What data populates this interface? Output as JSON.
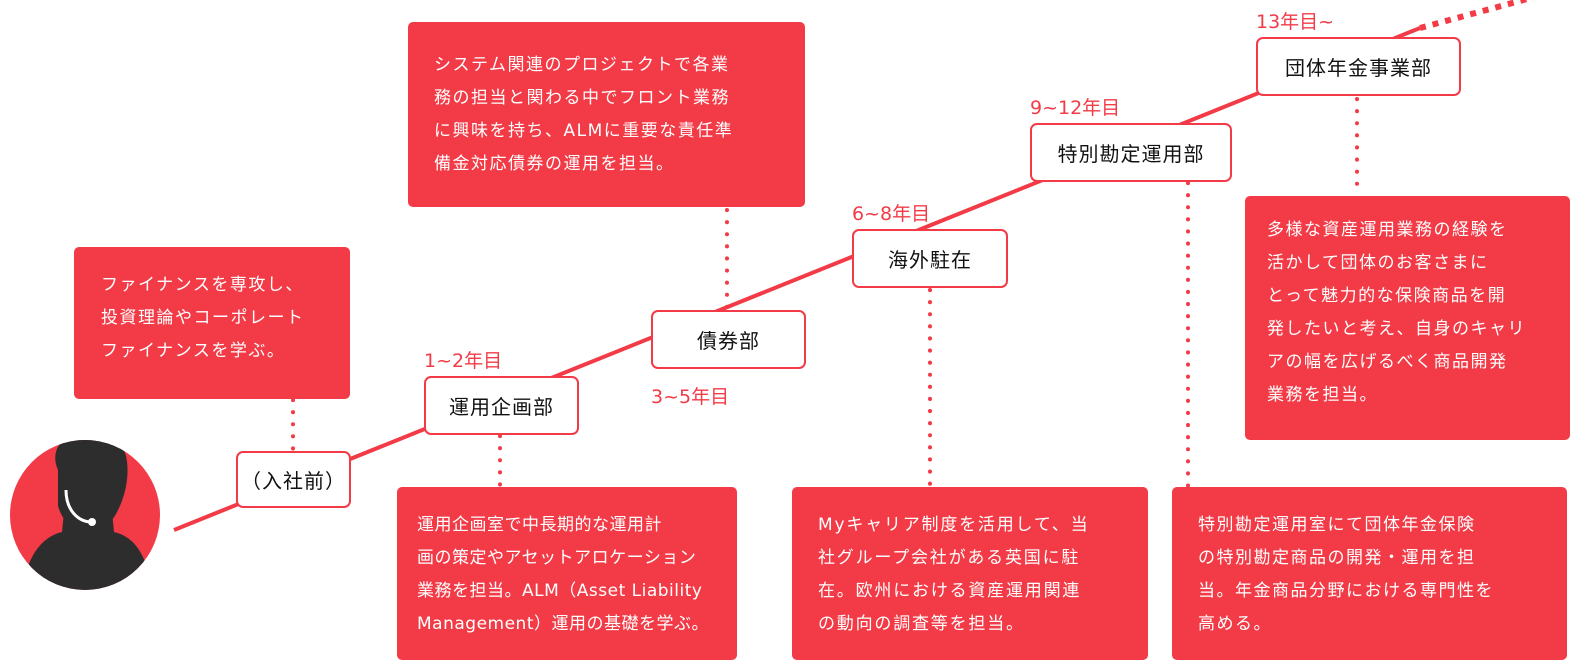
{
  "colors": {
    "accent": "#f23b47",
    "avatar_dark": "#2d2d2d"
  },
  "icons": {
    "avatar": "person-avatar-icon"
  },
  "stages": {
    "pre_join": {
      "label": "（入社前）"
    },
    "unyou_kikaku": {
      "label": "運用企画部",
      "years": "1~2年目"
    },
    "saiken": {
      "label": "債券部",
      "years": "3~5年目"
    },
    "kaigai": {
      "label": "海外駐在",
      "years": "6~8年目"
    },
    "tokubetsu": {
      "label": "特別勘定運用部",
      "years": "9~12年目"
    },
    "dantai": {
      "label": "団体年金事業部",
      "years": "13年目~"
    }
  },
  "notes": {
    "pre_join": [
      "ファイナンスを専攻し、",
      "投資理論やコーポレート",
      "ファイナンスを学ぶ。"
    ],
    "unyou_kikaku": [
      "運用企画室で中長期的な運用計",
      "画の策定やアセットアロケーション",
      "業務を担当。ALM（Asset Liability",
      "Management）運用の基礎を学ぶ。"
    ],
    "saiken": [
      "システム関連のプロジェクトで各業",
      "務の担当と関わる中でフロント業務",
      "に興味を持ち、ALMに重要な責任準",
      "備金対応債券の運用を担当。"
    ],
    "kaigai": [
      "Myキャリア制度を活用して、当",
      "社グループ会社がある英国に駐",
      "在。欧州における資産運用関連",
      "の動向の調査等を担当。"
    ],
    "tokubetsu": [
      "特別勘定運用室にて団体年金保険",
      "の特別勘定商品の開発・運用を担",
      "当。年金商品分野における専門性を",
      "高める。"
    ],
    "dantai": [
      "多様な資産運用業務の経験を",
      "活かして団体のお客さまに",
      "とって魅力的な保険商品を開",
      "発したいと考え、自身のキャリ",
      "アの幅を広げるべく商品開発",
      "業務を担当。"
    ]
  }
}
